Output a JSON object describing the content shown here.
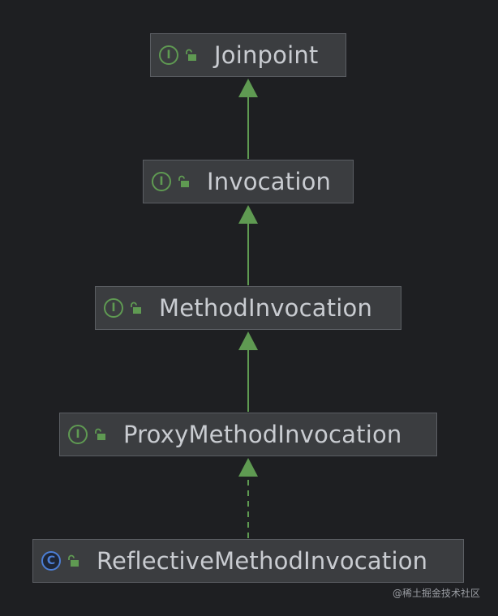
{
  "diagram": {
    "nodes": [
      {
        "label": "Joinpoint",
        "kind": "interface",
        "kind_glyph": "I"
      },
      {
        "label": "Invocation",
        "kind": "interface",
        "kind_glyph": "I"
      },
      {
        "label": "MethodInvocation",
        "kind": "interface",
        "kind_glyph": "I"
      },
      {
        "label": "ProxyMethodInvocation",
        "kind": "interface",
        "kind_glyph": "I"
      },
      {
        "label": "ReflectiveMethodInvocation",
        "kind": "class",
        "kind_glyph": "C"
      }
    ],
    "edges": [
      {
        "from": "Invocation",
        "to": "Joinpoint",
        "relation": "extends",
        "style": "solid"
      },
      {
        "from": "MethodInvocation",
        "to": "Invocation",
        "relation": "extends",
        "style": "solid"
      },
      {
        "from": "ProxyMethodInvocation",
        "to": "MethodInvocation",
        "relation": "extends",
        "style": "solid"
      },
      {
        "from": "ReflectiveMethodInvocation",
        "to": "ProxyMethodInvocation",
        "relation": "implements",
        "style": "dashed"
      }
    ],
    "colors": {
      "background": "#1e1f22",
      "node_fill": "#3b3d40",
      "node_border": "#5b5e63",
      "arrow": "#5f9a52",
      "interface_badge": "#5f9a52",
      "class_badge": "#4c7fd6",
      "text": "#c9ccd1"
    },
    "icons": {
      "interface": "interface-icon",
      "class": "class-icon",
      "visibility": "public-lock-icon"
    }
  },
  "watermark": "@稀土掘金技术社区"
}
